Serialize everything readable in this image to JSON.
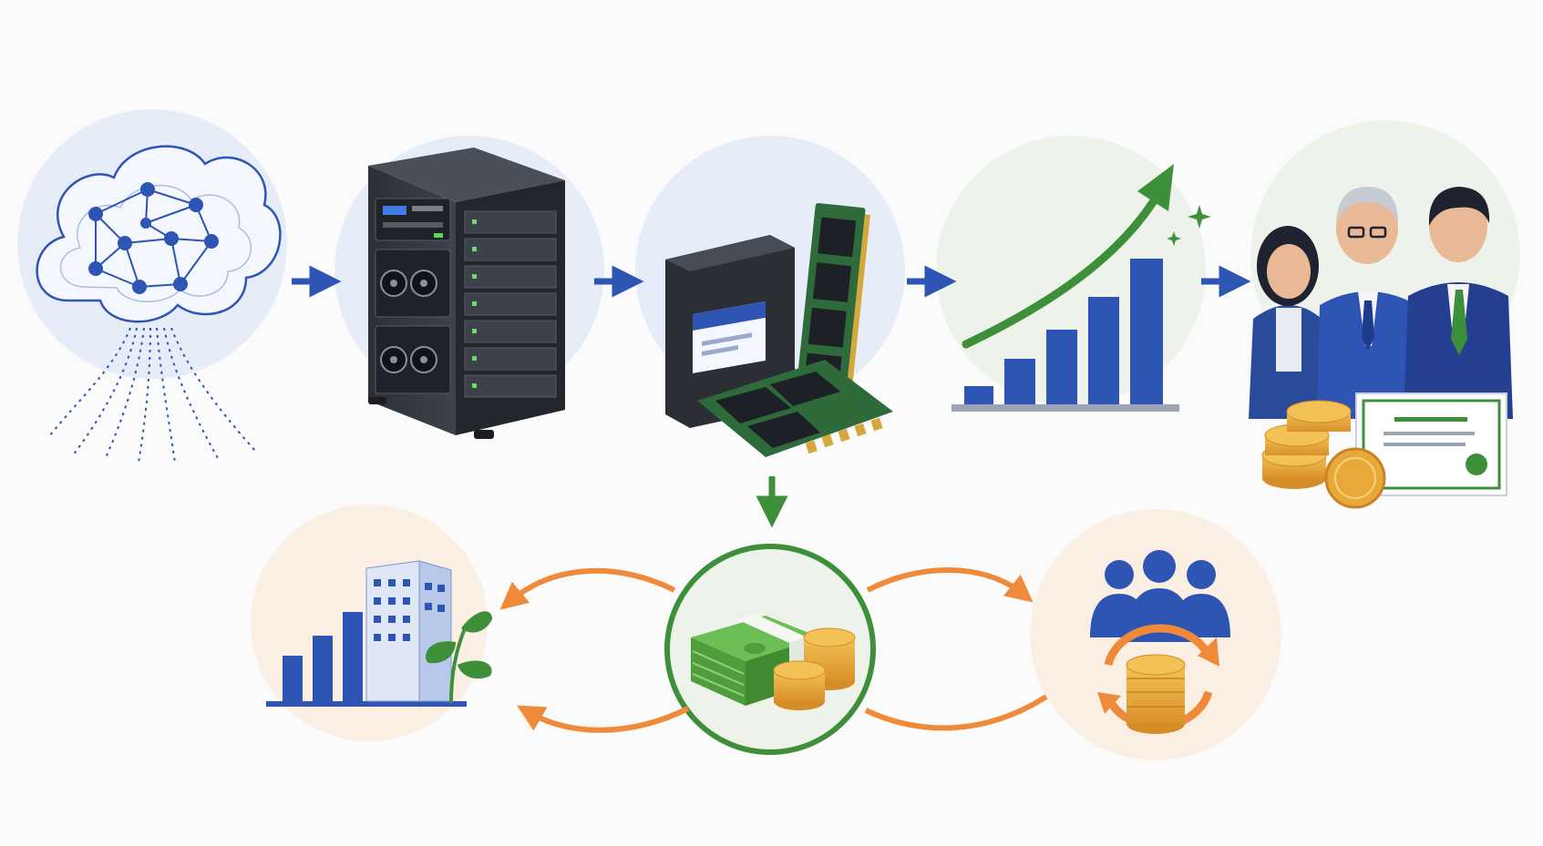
{
  "diagram": {
    "nodes": [
      {
        "id": "ai-model",
        "icon": "neural-network-cloud-icon"
      },
      {
        "id": "servers",
        "icon": "server-rack-icon"
      },
      {
        "id": "storage",
        "icon": "ssd-memory-icon"
      },
      {
        "id": "growth",
        "icon": "growth-chart-icon"
      },
      {
        "id": "investors",
        "icon": "executives-with-coins-icon"
      },
      {
        "id": "cash",
        "icon": "cash-and-coins-icon"
      },
      {
        "id": "business",
        "icon": "business-growth-icon"
      },
      {
        "id": "community",
        "icon": "community-money-cycle-icon"
      }
    ],
    "flows": [
      {
        "from": "ai-model",
        "to": "servers"
      },
      {
        "from": "servers",
        "to": "storage"
      },
      {
        "from": "storage",
        "to": "growth"
      },
      {
        "from": "growth",
        "to": "investors"
      },
      {
        "from": "storage",
        "to": "cash"
      },
      {
        "from": "cash",
        "to": "business"
      },
      {
        "from": "cash",
        "to": "community"
      }
    ]
  },
  "colors": {
    "primary_blue": "#2f55b4",
    "flow_green": "#3e8f3a",
    "flow_orange": "#ee8a3a",
    "gold": "#e9a93a",
    "bg_blue": "#e6edf9",
    "bg_green": "#edf3ea",
    "bg_peach": "#fbefe3"
  }
}
